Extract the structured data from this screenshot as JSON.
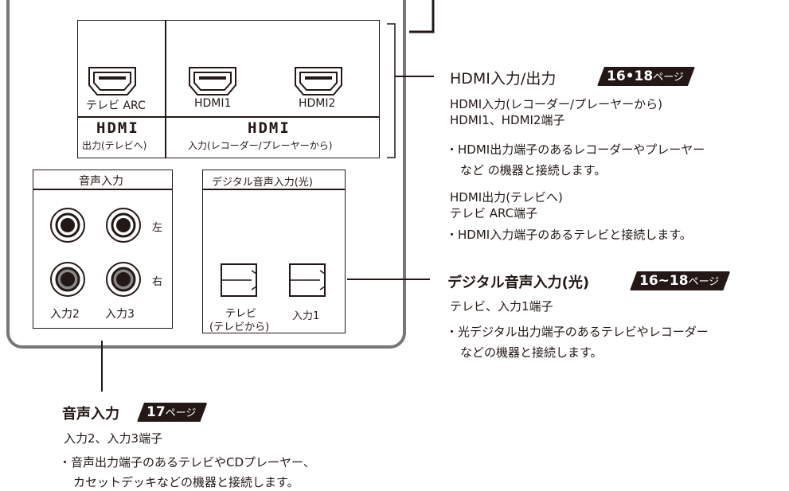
{
  "panel": {
    "hdmi_out_port": "テレビ ARC",
    "hdmi1_port": "HDMI1",
    "hdmi2_port": "HDMI2",
    "hdmi_out_logo": "HDMI",
    "hdmi_out_sub": "出力(テレビへ)",
    "hdmi_in_logo": "HDMI",
    "hdmi_in_sub": "入力(レコーダー/プレーヤーから)",
    "audio_in_header": "音声入力",
    "left_label": "左",
    "right_label": "右",
    "input2_label": "入力2",
    "input3_label": "入力3",
    "optical_header": "デジタル音声入力(光)",
    "optical_tv_label_1": "テレビ",
    "optical_tv_label_2": "(テレビから)",
    "optical_in1_label": "入力1"
  },
  "callouts": {
    "hdmi": {
      "title": "HDMI入力/出力",
      "badge_num": "16•18",
      "badge_suffix": "ページ",
      "in_heading_1": "HDMI入力(レコーダー/プレーヤーから)",
      "in_heading_2": "HDMI1、HDMI2端子",
      "in_bullet_1": "・HDMI出力端子のあるレコーダーやプレーヤー",
      "in_bullet_2": "など の機器と接続します。",
      "out_heading_1": "HDMI出力(テレビへ)",
      "out_heading_2": "テレビ ARC端子",
      "out_bullet": "・HDMI入力端子のあるテレビと接続します。"
    },
    "optical": {
      "title": "デジタル音声入力(光)",
      "badge_num": "16~18",
      "badge_suffix": "ページ",
      "heading": "テレビ、入力1端子",
      "bullet_1": "・光デジタル出力端子のあるテレビやレコーダー",
      "bullet_2": "などの機器と接続します。"
    },
    "audio": {
      "title": "音声入力",
      "badge_num": "17",
      "badge_suffix": "ページ",
      "heading": "入力2、入力3端子",
      "bullet_1": "・音声出力端子のあるテレビやCDプレーヤー、",
      "bullet_2": "カセットデッキなどの機器と接続します。"
    }
  }
}
